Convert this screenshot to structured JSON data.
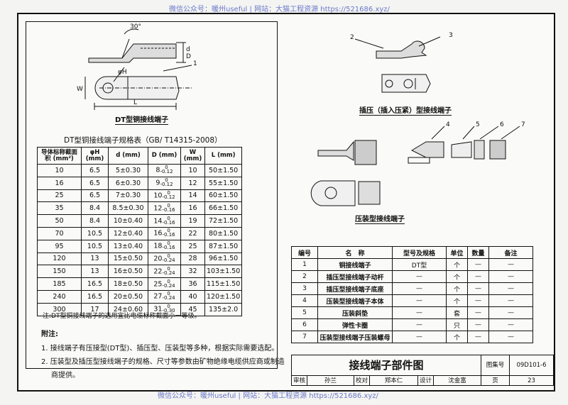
{
  "watermark": {
    "top": "微信公众号：暖州useful | 网站：大猫工程资源 https://521686.xyz/",
    "bottom": "微信公众号：暖州useful | 网站：大猫工程资源 https://521686.xyz/"
  },
  "dt_drawing": {
    "caption": "DT型铜接线端子",
    "angle": "30°",
    "dim_labels": [
      "d",
      "D",
      "W",
      "φH",
      "L"
    ],
    "callout": "1"
  },
  "spec_table": {
    "title": "DT型铜接线端子规格表（GB/ T14315-2008）",
    "headers": [
      "导体标称截面积 (mm²)",
      "φH (mm)",
      "d (mm)",
      "D (mm)",
      "W (mm)",
      "L (mm)"
    ],
    "rows": [
      [
        "10",
        "6.5",
        "5±0.30",
        "8",
        "-0.12",
        "10",
        "50±1.50"
      ],
      [
        "16",
        "6.5",
        "6±0.30",
        "9",
        "-0.12",
        "12",
        "55±1.50"
      ],
      [
        "25",
        "6.5",
        "7±0.30",
        "10",
        "-0.12",
        "14",
        "60±1.50"
      ],
      [
        "35",
        "8.4",
        "8.5±0.30",
        "12",
        "-0.16",
        "16",
        "66±1.50"
      ],
      [
        "50",
        "8.4",
        "10±0.40",
        "14",
        "-0.16",
        "19",
        "72±1.50"
      ],
      [
        "70",
        "10.5",
        "12±0.40",
        "16",
        "-0.16",
        "22",
        "80±1.50"
      ],
      [
        "95",
        "10.5",
        "13±0.40",
        "18",
        "-0.16",
        "25",
        "87±1.50"
      ],
      [
        "120",
        "13",
        "15±0.50",
        "20",
        "-0.24",
        "28",
        "96±1.50"
      ],
      [
        "150",
        "13",
        "16±0.50",
        "22",
        "-0.24",
        "32",
        "103±1.50"
      ],
      [
        "185",
        "16.5",
        "18±0.50",
        "25",
        "-0.24",
        "36",
        "115±1.50"
      ],
      [
        "240",
        "16.5",
        "20±0.50",
        "27",
        "-0.24",
        "40",
        "120±1.50"
      ],
      [
        "300",
        "17",
        "24±0.60",
        "31",
        "-0.30",
        "45",
        "135±2.0"
      ]
    ],
    "upper_tol": "0",
    "footnote": "注:DT型铜接线端子的选用宜比电缆标称截面小一等级。"
  },
  "notes": {
    "heading": "附注:",
    "item1": "1. 接线端子有压接型(DT型)、插压型、压装型等多种，根据实际需要选配。",
    "item2": "2. 压装型及插压型接线端子的规格、尺寸等参数由矿物绝缘电缆供应商或制造",
    "item2b": "商提供。"
  },
  "insert_drawing": {
    "caption": "插压（插入压紧）型接线端子",
    "callouts": [
      "2",
      "3"
    ]
  },
  "press_drawing": {
    "caption": "压装型接线端子",
    "callouts": [
      "4",
      "5",
      "6",
      "7"
    ]
  },
  "parts_table": {
    "headers": [
      "编号",
      "名　称",
      "型号及规格",
      "单位",
      "数量",
      "备注"
    ],
    "rows": [
      [
        "1",
        "铜接线端子",
        "DT型",
        "个",
        "—",
        "—"
      ],
      [
        "2",
        "插压型接线端子动杆",
        "—",
        "个",
        "—",
        "—"
      ],
      [
        "3",
        "插压型接线端子底座",
        "—",
        "个",
        "—",
        "—"
      ],
      [
        "4",
        "压装型接线端子本体",
        "—",
        "个",
        "—",
        "—"
      ],
      [
        "5",
        "压装斜垫",
        "—",
        "套",
        "—",
        "—"
      ],
      [
        "6",
        "弹性卡圈",
        "—",
        "只",
        "—",
        "—"
      ],
      [
        "7",
        "压装型接线端子压装螺母",
        "—",
        "个",
        "—",
        "—"
      ]
    ]
  },
  "title_block": {
    "title": "接线端子部件图",
    "atlas_label": "图集号",
    "atlas_no": "09D101-6",
    "review_label": "审核",
    "reviewer": "孙兰",
    "check_label": "校对",
    "checker": "郑本仁",
    "design_label": "设计",
    "designer": "沈金富",
    "page_label": "页",
    "page_no": "23"
  }
}
